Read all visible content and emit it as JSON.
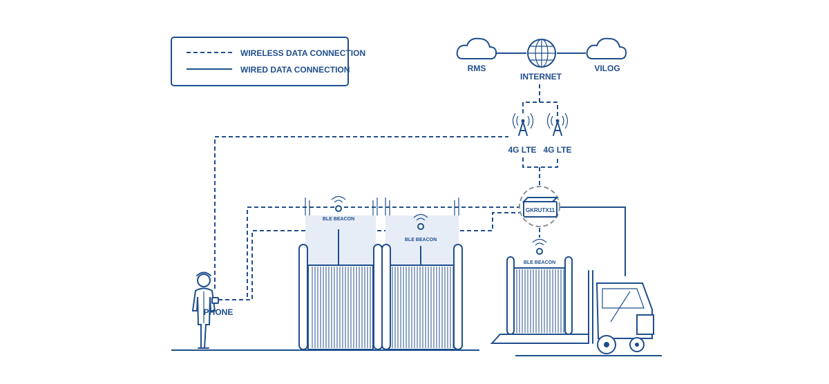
{
  "legend": {
    "wireless_label": "WIRELESS DATA CONNECTION",
    "wired_label": "WIRED DATA CONNECTION"
  },
  "nodes": {
    "rms": "RMS",
    "internet": "INTERNET",
    "vilog": "VILOG",
    "tower_left": "4G LTE",
    "tower_right": "4G LTE",
    "router": "GKRUTX11",
    "phone": "PHONE",
    "beacon_1": "BLE BEACON",
    "beacon_2": "BLE BEACON",
    "beacon_3": "BLE BEACON"
  },
  "colors": {
    "primary": "#1f4e8c",
    "reel_fill": "#e6edf6",
    "router_ring": "#8a8f96"
  },
  "icons": [
    "cloud-icon",
    "globe-icon",
    "cell-tower-icon",
    "router-icon",
    "wifi-icon",
    "person-icon",
    "cable-reel-icon",
    "forklift-icon"
  ]
}
